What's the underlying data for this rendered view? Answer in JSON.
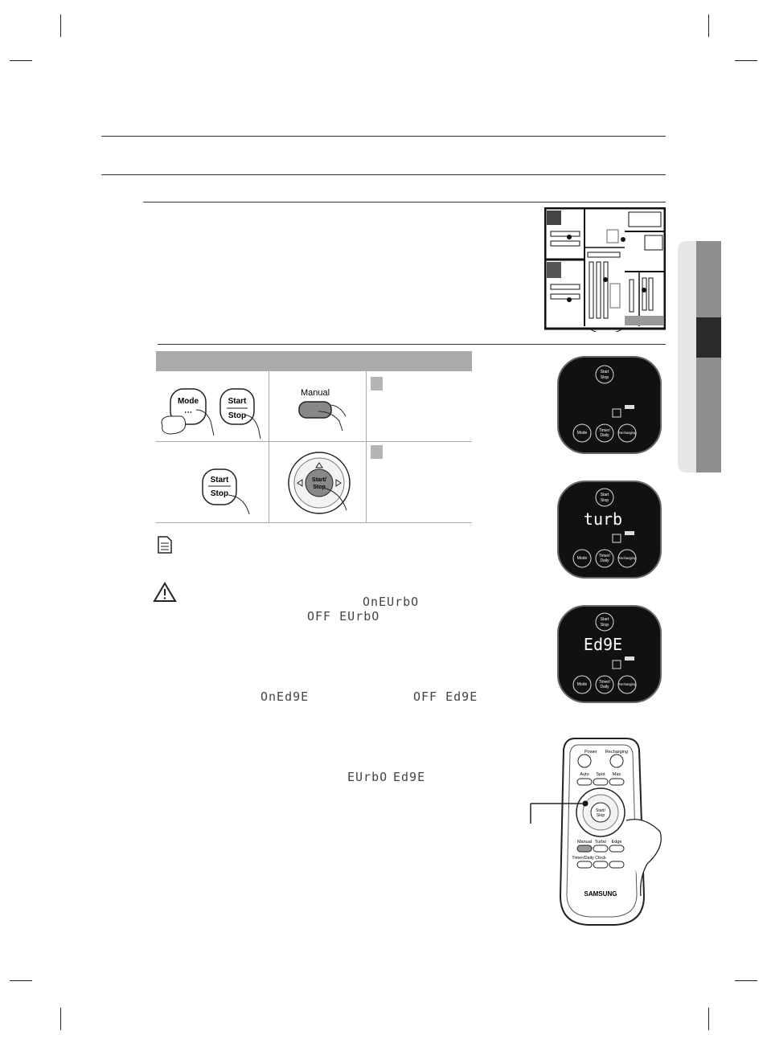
{
  "table": {
    "row1_manual_label": "Manual",
    "row1_mode_label": "Mode",
    "row1_start": "Start",
    "row1_stop": "Stop",
    "row2_start": "Start",
    "row2_stop": "Stop",
    "row2_center": "Start/",
    "row2_center2": "Stop"
  },
  "displays": {
    "panel_start": "Start",
    "panel_stop": "Stop",
    "mode": "Mode",
    "timer": "Timer/",
    "daily": "Daily",
    "recharging": "Recharging",
    "display2_text": "turb",
    "display3_text": "Ed9E"
  },
  "segments": {
    "on_turbo": "OnEUrbO",
    "off_turbo": "OFF EUrbO",
    "on_edge": "OnEd9E",
    "off_edge": "OFF Ed9E",
    "turbo": "EUrbO",
    "edge": "Ed9E"
  },
  "remote": {
    "power": "Power",
    "recharging": "Recharging",
    "auto": "Auto",
    "spot": "Spot",
    "max": "Max",
    "start": "Start/",
    "stop": "Stop",
    "manual": "Manual",
    "turbo": "Turbo",
    "edge": "Edge",
    "timer_daily": "Timer/Daily",
    "clock": "Clock",
    "brand": "SAMSUNG"
  }
}
